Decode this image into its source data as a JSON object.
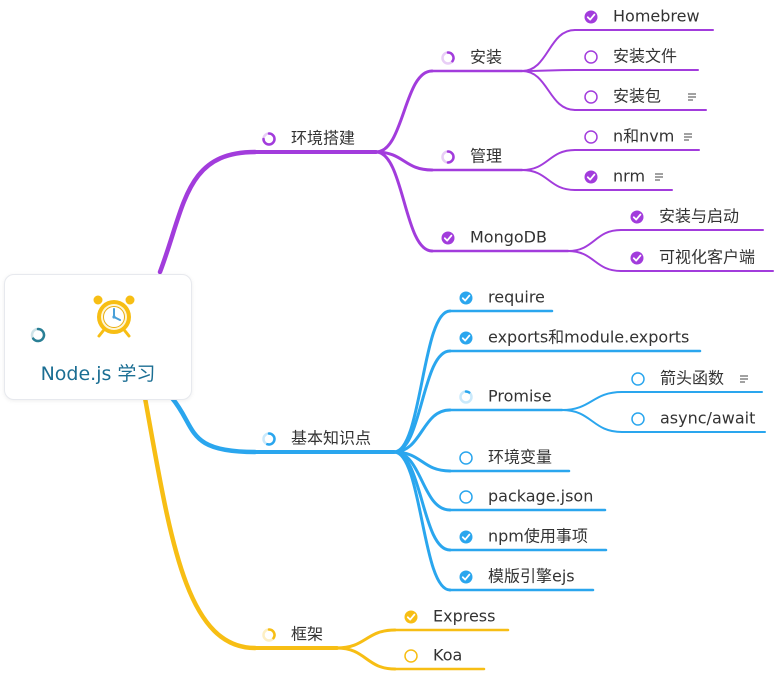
{
  "root": {
    "title": "Node.js 学习",
    "icon": "alarm-clock-icon",
    "progress_color": "#2a7f95"
  },
  "colors": {
    "purple": "#a23cdc",
    "blue": "#2aa6ee",
    "yellow": "#f7be14",
    "text": "#333333"
  },
  "branches": [
    {
      "id": "env",
      "label": "环境搭建",
      "color": "purple",
      "status": "progress",
      "progress": 0.75,
      "children": [
        {
          "id": "install",
          "label": "安装",
          "status": "progress",
          "progress": 0.35,
          "children": [
            {
              "id": "homebrew",
              "label": "Homebrew",
              "status": "done"
            },
            {
              "id": "install-files",
              "label": "安装文件",
              "status": "todo"
            },
            {
              "id": "install-pkg",
              "label": "安装包",
              "status": "todo",
              "note": true
            }
          ]
        },
        {
          "id": "manage",
          "label": "管理",
          "status": "progress",
          "progress": 0.5,
          "children": [
            {
              "id": "n-nvm",
              "label": "n和nvm",
              "status": "todo",
              "note": true
            },
            {
              "id": "nrm",
              "label": "nrm",
              "status": "done",
              "note": true
            }
          ]
        },
        {
          "id": "mongodb",
          "label": "MongoDB",
          "status": "done",
          "children": [
            {
              "id": "mongo-install",
              "label": "安装与启动",
              "status": "done"
            },
            {
              "id": "mongo-gui",
              "label": "可视化客户端",
              "status": "done"
            }
          ]
        }
      ]
    },
    {
      "id": "basics",
      "label": "基本知识点",
      "color": "blue",
      "status": "progress",
      "progress": 0.55,
      "children": [
        {
          "id": "require",
          "label": "require",
          "status": "done"
        },
        {
          "id": "exports",
          "label": "exports和module.exports",
          "status": "done"
        },
        {
          "id": "promise",
          "label": "Promise",
          "status": "progress",
          "progress": 0.1,
          "children": [
            {
              "id": "arrow",
              "label": "箭头函数",
              "status": "todo",
              "note": true
            },
            {
              "id": "async",
              "label": "async/await",
              "status": "todo"
            }
          ]
        },
        {
          "id": "env-vars",
          "label": "环境变量",
          "status": "todo"
        },
        {
          "id": "pkg-json",
          "label": "package.json",
          "status": "todo"
        },
        {
          "id": "npm",
          "label": "npm使用事项",
          "status": "done"
        },
        {
          "id": "ejs",
          "label": "模版引擎ejs",
          "status": "done"
        }
      ]
    },
    {
      "id": "frameworks",
      "label": "框架",
      "color": "yellow",
      "status": "progress",
      "progress": 0.35,
      "children": [
        {
          "id": "express",
          "label": "Express",
          "status": "done"
        },
        {
          "id": "koa",
          "label": "Koa",
          "status": "todo"
        }
      ]
    }
  ]
}
